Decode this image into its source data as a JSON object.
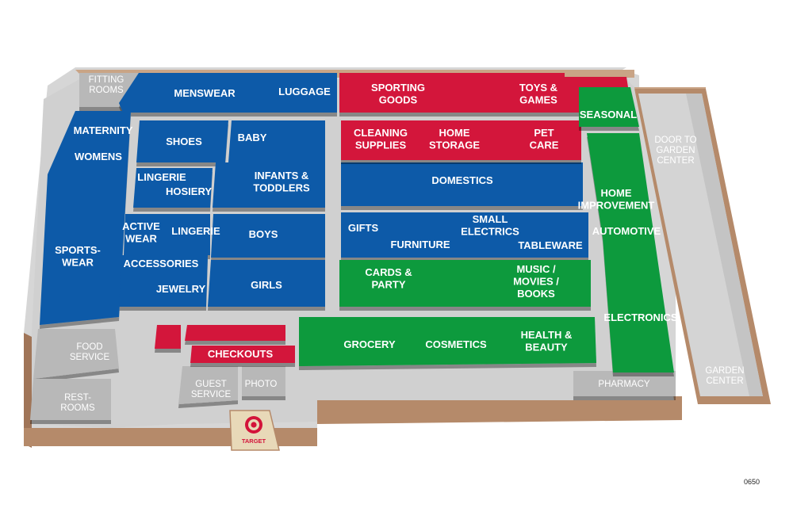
{
  "store": {
    "entrance_logo": "TARGET",
    "map_code": "0650"
  },
  "departments": {
    "fitting_rooms": [
      "FITTING",
      "ROOMS"
    ],
    "menswear": [
      "MENSWEAR"
    ],
    "luggage": [
      "LUGGAGE"
    ],
    "sporting_goods": [
      "SPORTING",
      "GOODS"
    ],
    "toys_games": [
      "TOYS &",
      "GAMES"
    ],
    "seasonal": [
      "SEASONAL"
    ],
    "maternity": [
      "MATERNITY"
    ],
    "womens": [
      "WOMENS"
    ],
    "shoes": [
      "SHOES"
    ],
    "baby": [
      "BABY"
    ],
    "cleaning_supplies": [
      "CLEANING",
      "SUPPLIES"
    ],
    "home_storage": [
      "HOME",
      "STORAGE"
    ],
    "pet_care": [
      "PET",
      "CARE"
    ],
    "door_to_garden_center": [
      "DOOR TO",
      "GARDEN",
      "CENTER"
    ],
    "lingerie_top": [
      "LINGERIE"
    ],
    "hosiery": [
      "HOSIERY"
    ],
    "infants_toddlers": [
      "INFANTS &",
      "TODDLERS"
    ],
    "domestics": [
      "DOMESTICS"
    ],
    "home_improvement": [
      "HOME",
      "IMPROVEMENT"
    ],
    "active_wear": [
      "ACTIVE",
      "WEAR"
    ],
    "lingerie_mid": [
      "LINGERIE"
    ],
    "boys": [
      "BOYS"
    ],
    "gifts": [
      "GIFTS"
    ],
    "small_electrics": [
      "SMALL",
      "ELECTRICS"
    ],
    "furniture": [
      "FURNITURE"
    ],
    "tableware": [
      "TABLEWARE"
    ],
    "automotive": [
      "AUTOMOTIVE"
    ],
    "sportswear": [
      "SPORTS-",
      "WEAR"
    ],
    "accessories": [
      "ACCESSORIES"
    ],
    "jewelry": [
      "JEWELRY"
    ],
    "girls": [
      "GIRLS"
    ],
    "cards_party": [
      "CARDS &",
      "PARTY"
    ],
    "music_movies_books": [
      "MUSIC /",
      "MOVIES /",
      "BOOKS"
    ],
    "electronics": [
      "ELECTRONICS"
    ],
    "food_service": [
      "FOOD",
      "SERVICE"
    ],
    "checkouts": [
      "CHECKOUTS"
    ],
    "grocery": [
      "GROCERY"
    ],
    "cosmetics": [
      "COSMETICS"
    ],
    "health_beauty": [
      "HEALTH &",
      "BEAUTY"
    ],
    "garden_center": [
      "GARDEN",
      "CENTER"
    ],
    "rest_rooms": [
      "REST-",
      "ROOMS"
    ],
    "guest_service": [
      "GUEST",
      "SERVICE"
    ],
    "photo": [
      "PHOTO"
    ],
    "pharmacy": [
      "PHARMACY"
    ]
  },
  "colors": {
    "apparel_blue": "#0a5aa8",
    "hardlines_red": "#d3143a",
    "consumables_green": "#0c9a3e",
    "service_gray": "#b8b8b8",
    "floor_gray": "#d6d6d6",
    "wall_tan": "#b58a6a"
  }
}
